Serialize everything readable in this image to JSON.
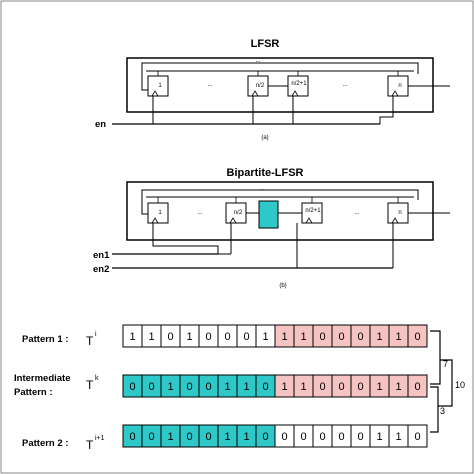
{
  "diagram_a": {
    "title": "LFSR",
    "caption": "(a)",
    "input_label": "en",
    "ellipsis_top": "...",
    "cell_labels": [
      "1",
      "n/2",
      "n/2+1",
      "n"
    ],
    "gaps": [
      "...",
      "..."
    ]
  },
  "diagram_b": {
    "title": "Bipartite-LFSR",
    "caption": "(b)",
    "input_labels": [
      "en1",
      "en2"
    ],
    "ellipsis_top": "...",
    "cell_labels": [
      "1",
      "n/2",
      "n/2+1",
      "n"
    ],
    "gaps": [
      "...",
      "..."
    ],
    "colors": {
      "mux": "#2ec8c8"
    }
  },
  "patterns": {
    "rows": [
      {
        "label": "Pattern 1 :",
        "superscript": "T",
        "exponent": "i",
        "bits": [
          "1",
          "1",
          "0",
          "1",
          "0",
          "0",
          "0",
          "1",
          "1",
          "1",
          "0",
          "0",
          "0",
          "1",
          "1",
          "0"
        ],
        "colors": [
          "w",
          "w",
          "w",
          "w",
          "w",
          "w",
          "w",
          "w",
          "p",
          "p",
          "p",
          "p",
          "p",
          "p",
          "p",
          "p"
        ]
      },
      {
        "label": "Intermediate Pattern :",
        "superscript": "T",
        "exponent": "k",
        "bits": [
          "0",
          "0",
          "1",
          "0",
          "0",
          "1",
          "1",
          "0",
          "1",
          "1",
          "0",
          "0",
          "0",
          "1",
          "1",
          "0"
        ],
        "colors": [
          "c",
          "c",
          "c",
          "c",
          "c",
          "c",
          "c",
          "c",
          "p",
          "p",
          "p",
          "p",
          "p",
          "p",
          "p",
          "p"
        ]
      },
      {
        "label": "Pattern 2 :",
        "superscript": "T",
        "exponent": "i+1",
        "bits": [
          "0",
          "0",
          "1",
          "0",
          "0",
          "1",
          "1",
          "0",
          "0",
          "0",
          "0",
          "0",
          "0",
          "1",
          "1",
          "0"
        ],
        "colors": [
          "c",
          "c",
          "c",
          "c",
          "c",
          "c",
          "c",
          "c",
          "w",
          "w",
          "w",
          "w",
          "w",
          "w",
          "w",
          "w"
        ]
      }
    ],
    "distances": {
      "first": "7",
      "second": "3",
      "total": "10"
    },
    "colors": {
      "pink": "#f6c3c3",
      "cyan": "#2ec8c8",
      "white": "#ffffff"
    }
  }
}
